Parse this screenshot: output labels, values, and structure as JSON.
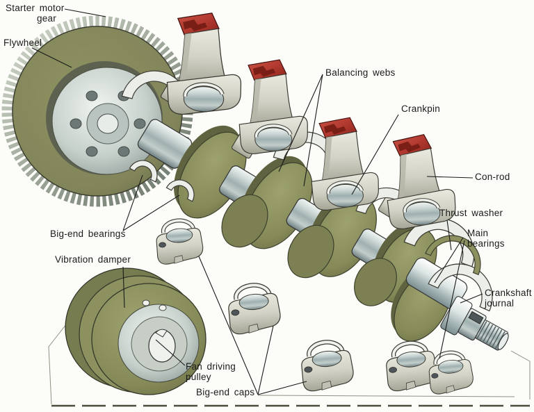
{
  "figure": {
    "subject": "Crankshaft assembly cutaway illustration",
    "colors": {
      "background": "#fcfcf8",
      "ink": "#1a1a1a",
      "olive": "#8d9160",
      "olive_dark": "#63674294",
      "steel": "#aebcbe",
      "steel_light": "#eef1ec",
      "part_grey": "#d2d2c6",
      "con_rod_red": "#b23a30",
      "ground_line": "#8e9184",
      "ground_dash": "#4a4d3c"
    }
  },
  "labels": {
    "starter_motor_gear": {
      "line1": "Starter motor",
      "line2": "gear"
    },
    "flywheel": {
      "text": "Flywheel"
    },
    "balancing_webs": {
      "text": "Balancing webs"
    },
    "crankpin": {
      "text": "Crankpin"
    },
    "con_rod": {
      "text": "Con-rod"
    },
    "thrust_washer": {
      "text": "Thrust washer"
    },
    "main_bearings": {
      "line1": "Main",
      "line2": "bearings"
    },
    "crankshaft_journal": {
      "line1": "Crankshaft",
      "line2": "journal"
    },
    "big_end_bearings": {
      "text": "Big-end bearings"
    },
    "vibration_damper": {
      "text": "Vibration damper"
    },
    "fan_driving_pulley": {
      "line1": "Fan driving",
      "line2": "pulley"
    },
    "big_end_caps": {
      "text": "Big-end caps"
    }
  }
}
